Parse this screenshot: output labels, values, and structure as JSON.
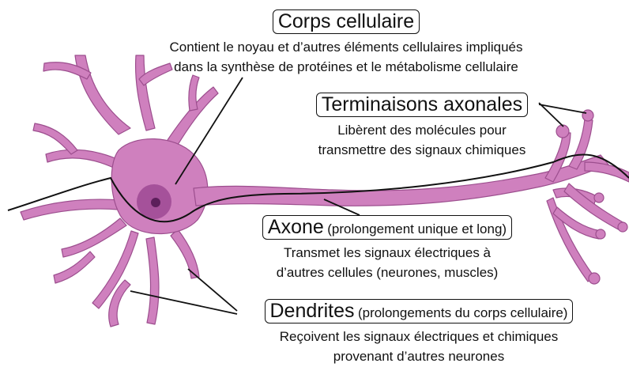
{
  "labels": {
    "corps": {
      "title": "Corps cellulaire",
      "line1": "Contient le noyau et d’autres éléments cellulaires impliqués",
      "line2": "dans la synthèse de protéines et le métabolisme cellulaire"
    },
    "terminaisons": {
      "title": "Terminaisons axonales",
      "line1": "Libèrent des molécules pour",
      "line2": "transmettre des signaux chimiques"
    },
    "axone": {
      "title": "Axone",
      "subtitle": "(prolongement unique et long)",
      "line1": "Transmet les signaux électriques à",
      "line2": "d’autres cellules (neurones, muscles)"
    },
    "dendrites": {
      "title": "Dendrites",
      "subtitle": "(prolongements du corps cellulaire)",
      "line1": "Reçoivent les signaux électriques et chimiques",
      "line2": "provenant d’autres neurones"
    }
  },
  "colors": {
    "membrane": "#cf80be",
    "membrane_outline": "#9c4e8e",
    "nucleus": "#a5519a",
    "nucleolus": "#5c1f5b",
    "line": "#111111"
  }
}
